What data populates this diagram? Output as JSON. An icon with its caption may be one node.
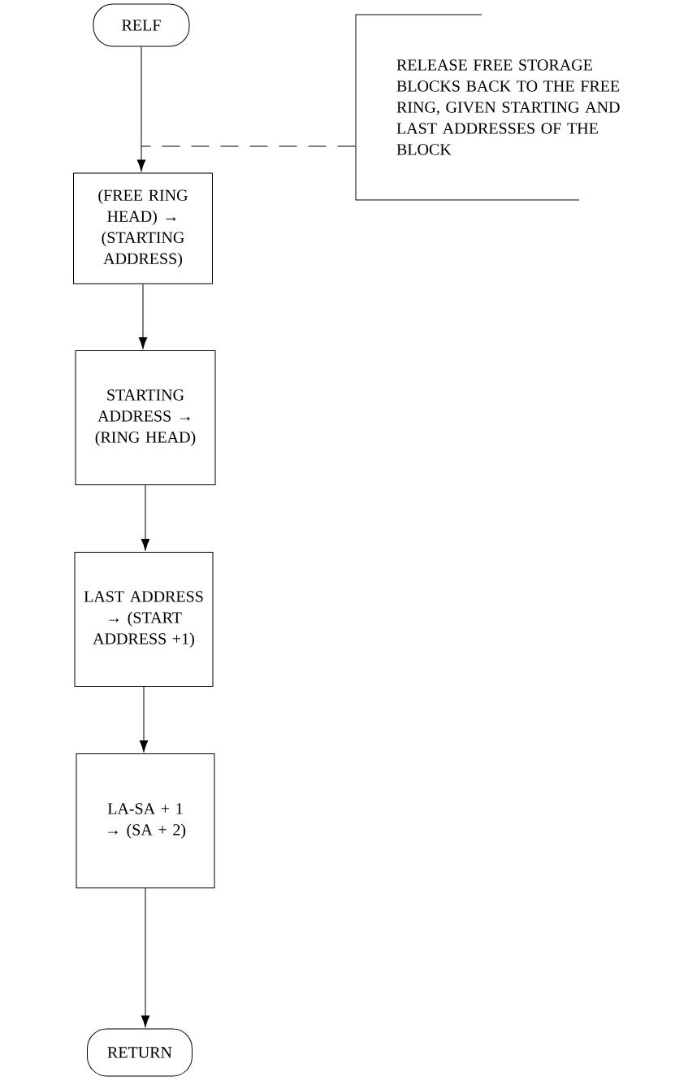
{
  "diagram": {
    "nodes": [
      {
        "text": [
          "RELF"
        ]
      },
      {
        "text": [
          "RELEASE FREE STORAGE BLOCKS BACK TO THE FREE RING, GIVEN STARTING AND LAST ADDRESSES OF THE BLOCK"
        ]
      },
      {
        "text": [
          "(FREE RING HEAD) → (STARTING ADDRESS)"
        ]
      },
      {
        "text": [
          "STARTING ADDRESS → (RING HEAD)"
        ]
      },
      {
        "text": [
          "LAST ADDRESS → (START ADDRESS +1)"
        ]
      },
      {
        "text": [
          "LA-SA + 1 → (SA + 2)"
        ]
      },
      {
        "text": [
          "RETURN"
        ]
      }
    ],
    "edges": [
      {
        "from": 0,
        "to": 2,
        "arrow": "to"
      },
      {
        "from": 1,
        "to": null,
        "arrow": "none",
        "style": "dashed"
      },
      {
        "from": 2,
        "to": 3,
        "arrow": "to"
      },
      {
        "from": 3,
        "to": 4,
        "arrow": "to"
      },
      {
        "from": 4,
        "to": 5,
        "arrow": "to"
      },
      {
        "from": 5,
        "to": 6,
        "arrow": "to"
      }
    ]
  }
}
